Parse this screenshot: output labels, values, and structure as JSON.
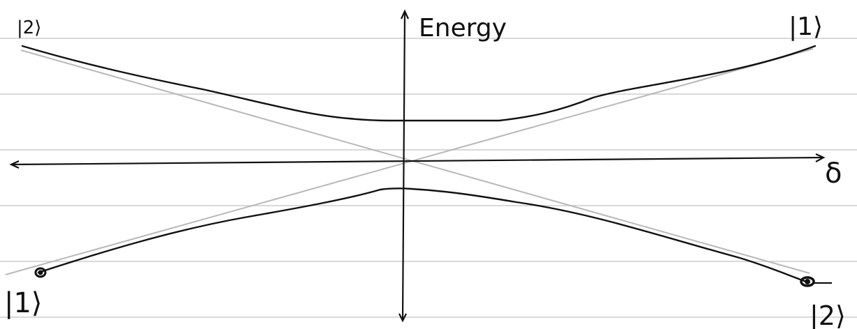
{
  "labels": {
    "y_axis": "Energy",
    "x_axis": "δ",
    "top_left_state": "|2⟩",
    "top_right_state": "|1⟩",
    "bottom_left_state": "|1⟩",
    "bottom_right_state": "|2⟩"
  },
  "colors": {
    "ink": "#111111",
    "diabatic_lines": "#b8b8b8",
    "ruled_lines": "#d9d9d9",
    "background": "#ffffff"
  }
}
